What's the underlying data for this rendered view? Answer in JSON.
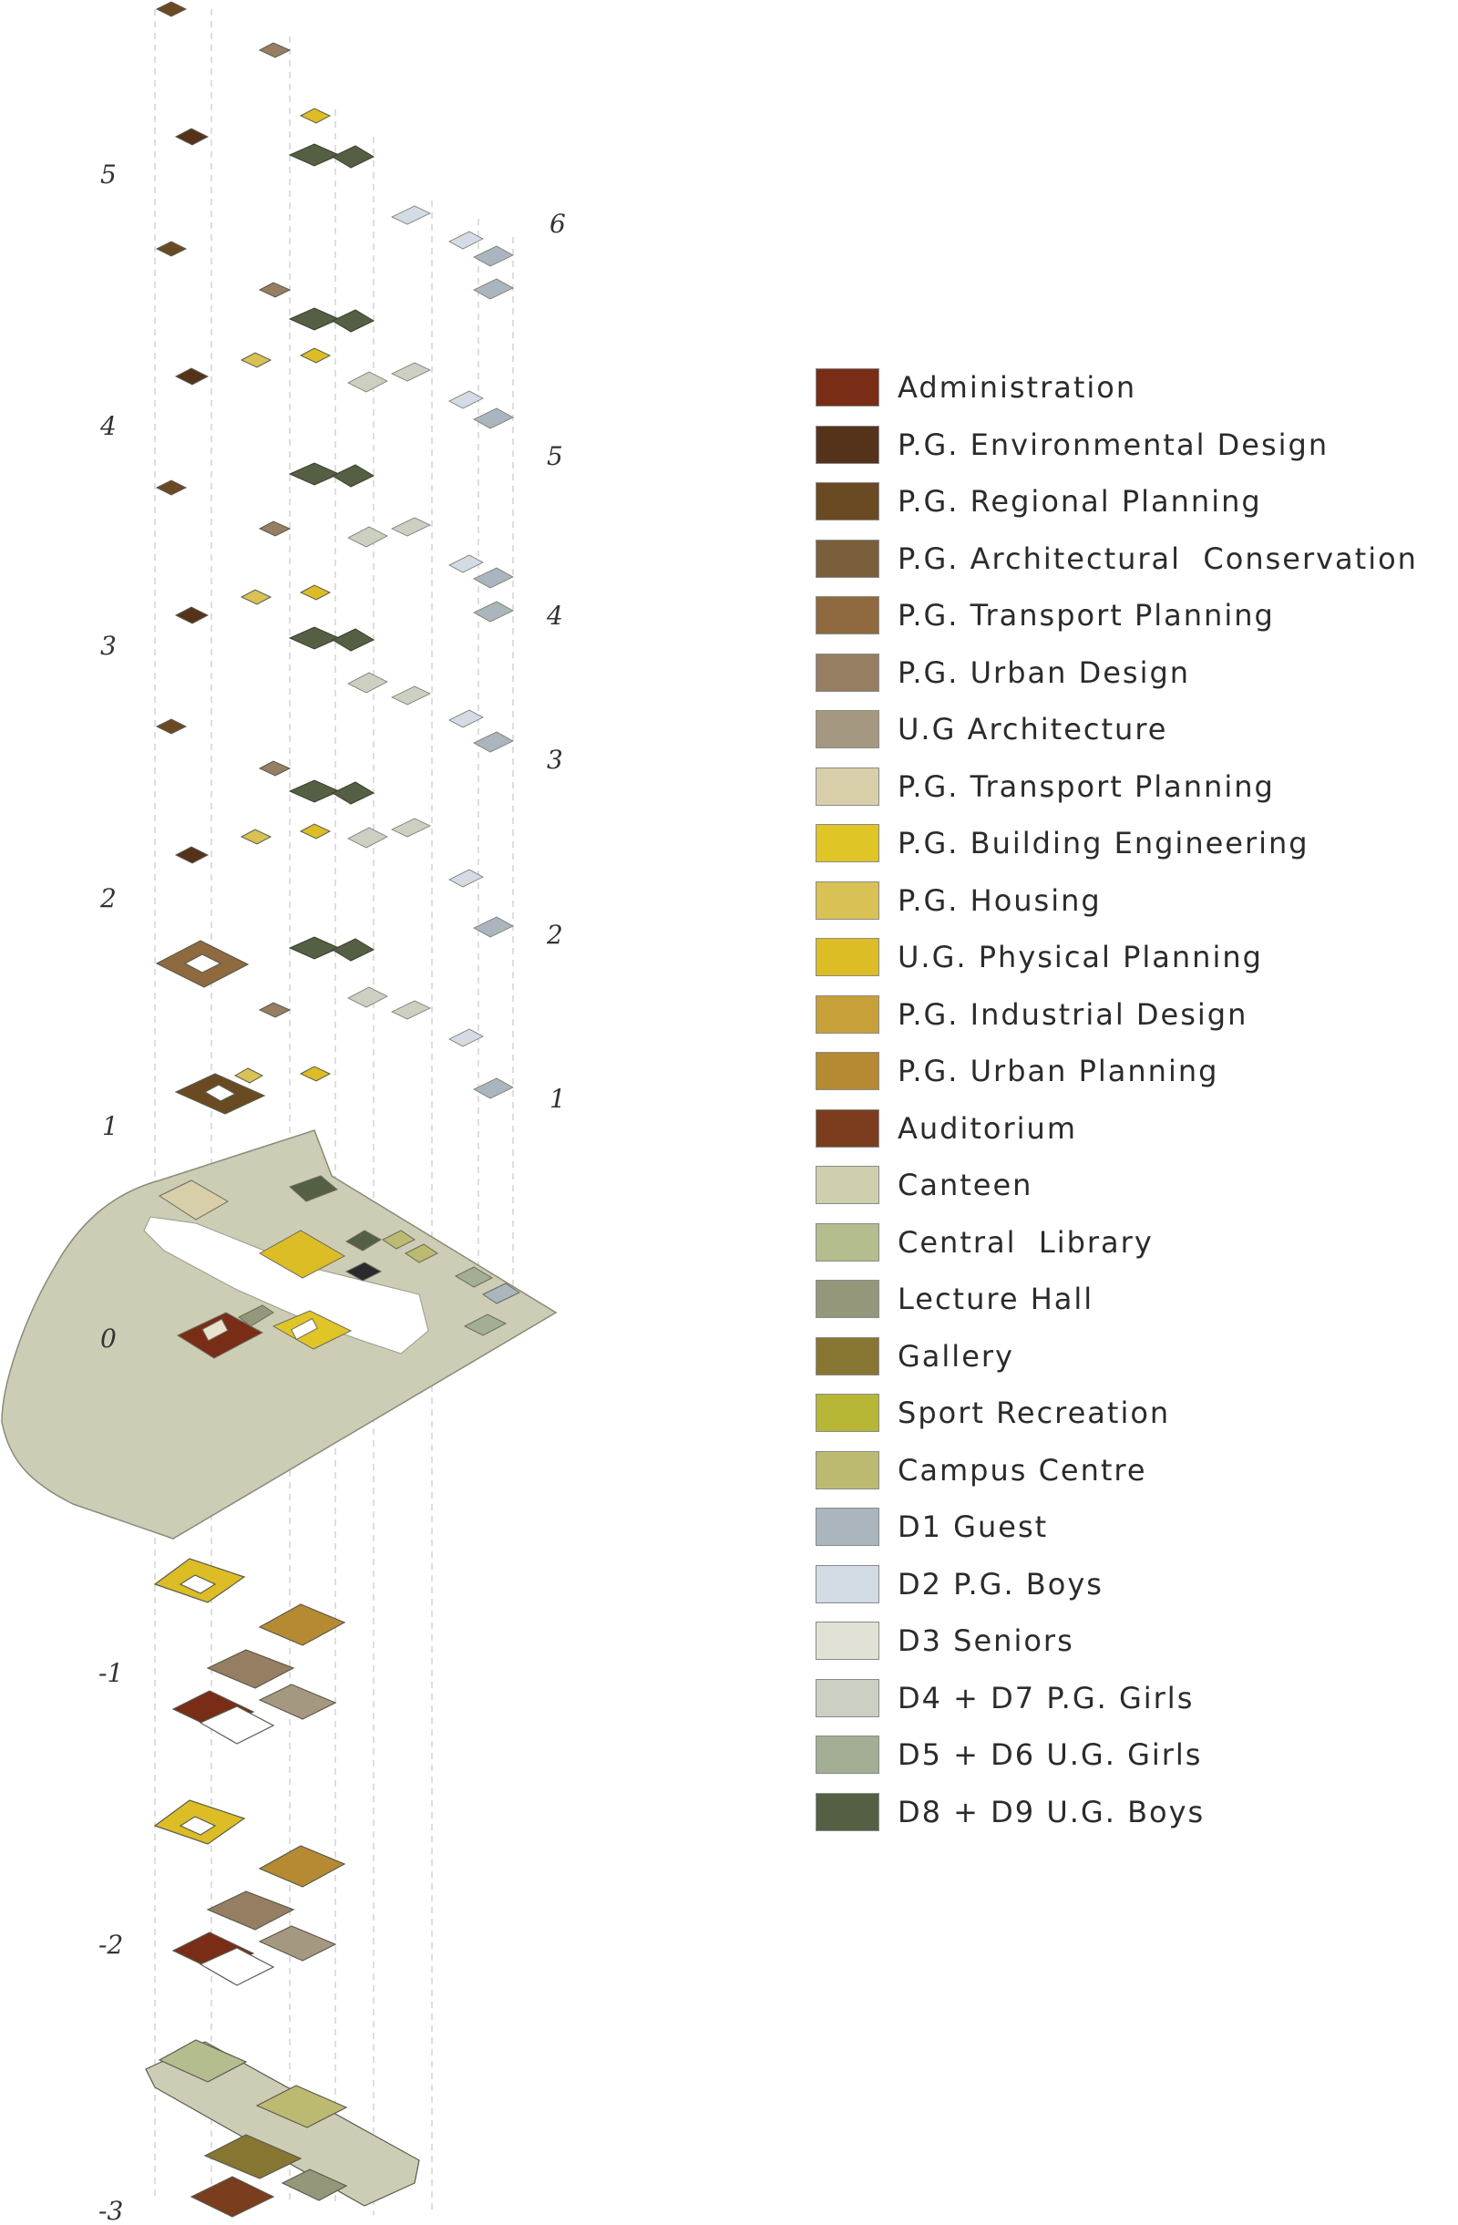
{
  "diagram": {
    "left_levels": [
      "5",
      "4",
      "3",
      "2",
      "1",
      "0",
      "-1",
      "-2",
      "-3"
    ],
    "right_levels": [
      "6",
      "5",
      "4",
      "3",
      "2",
      "1"
    ]
  },
  "legend": [
    {
      "label": "Administration",
      "color": "#7a2d16"
    },
    {
      "label": "P.G. Environmental Design",
      "color": "#55331a"
    },
    {
      "label": "P.G. Regional Planning",
      "color": "#6a4a22"
    },
    {
      "label": "P.G. Architectural  Conservation",
      "color": "#7a5f3c"
    },
    {
      "label": "P.G. Transport Planning",
      "color": "#8e6a3e"
    },
    {
      "label": "P.G. Urban Design",
      "color": "#967e63"
    },
    {
      "label": "U.G Architecture",
      "color": "#a59880"
    },
    {
      "label": "P.G. Transport Planning",
      "color": "#d8cfaa"
    },
    {
      "label": "P.G. Building Engineering",
      "color": "#e0c527"
    },
    {
      "label": "P.G. Housing",
      "color": "#d8c255"
    },
    {
      "label": "U.G. Physical Planning",
      "color": "#dcbd25"
    },
    {
      "label": "P.G. Industrial Design",
      "color": "#c8a03a"
    },
    {
      "label": "P.G. Urban Planning",
      "color": "#b58a32"
    },
    {
      "label": "Auditorium",
      "color": "#7c3d1e"
    },
    {
      "label": "Canteen",
      "color": "#cfcfae"
    },
    {
      "label": "Central  Library",
      "color": "#b3bd8d"
    },
    {
      "label": "Lecture Hall",
      "color": "#95977a"
    },
    {
      "label": "Gallery",
      "color": "#867632"
    },
    {
      "label": "Sport Recreation",
      "color": "#b7b637"
    },
    {
      "label": "Campus Centre",
      "color": "#bcba70"
    },
    {
      "label": "D1 Guest",
      "color": "#aab5bd"
    },
    {
      "label": "D2 P.G. Boys",
      "color": "#d3dbe4"
    },
    {
      "label": "D3 Seniors",
      "color": "#e1e1d6"
    },
    {
      "label": "D4 + D7 P.G. Girls",
      "color": "#cbd0c2"
    },
    {
      "label": "D5 + D6 U.G. Girls",
      "color": "#a4ae94"
    },
    {
      "label": "D8 + D9 U.G. Boys",
      "color": "#555f44"
    }
  ]
}
